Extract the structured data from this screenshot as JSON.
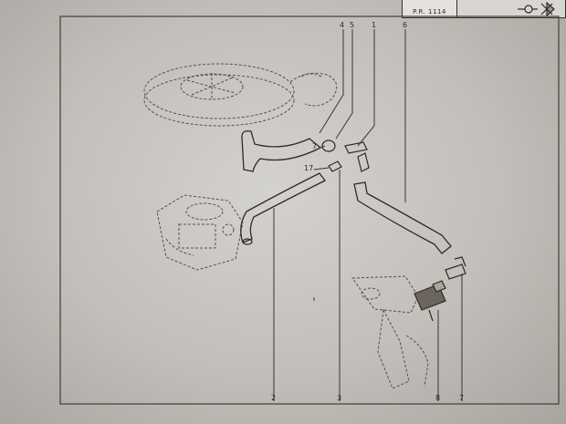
{
  "header": {
    "plate_code": "P.R. 1114"
  },
  "callouts_top": [
    "4",
    "5",
    "1",
    "6"
  ],
  "callouts_side": [
    "7",
    "17"
  ],
  "callouts_bottom": [
    "2",
    "3",
    "8",
    "7"
  ],
  "colors": {
    "ink": "#2e2b27",
    "paper": "#cfcdc8",
    "frame": "#4a4640"
  },
  "icons": [
    "valve-icon",
    "tools-icon"
  ]
}
